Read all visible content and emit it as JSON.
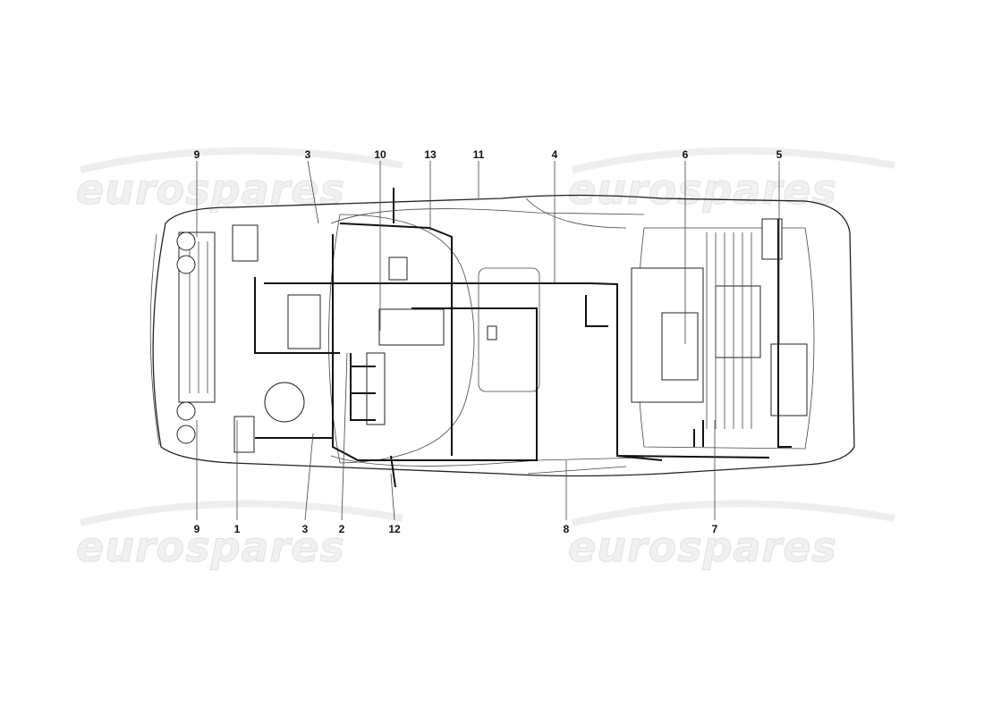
{
  "watermarks": [
    "eurospares",
    "eurospares",
    "eurospares",
    "eurospares"
  ],
  "callouts_top": [
    "9",
    "3",
    "10",
    "13",
    "11",
    "4",
    "6",
    "5"
  ],
  "callouts_bottom": [
    "9",
    "1",
    "3",
    "2",
    "12",
    "8",
    "7"
  ]
}
